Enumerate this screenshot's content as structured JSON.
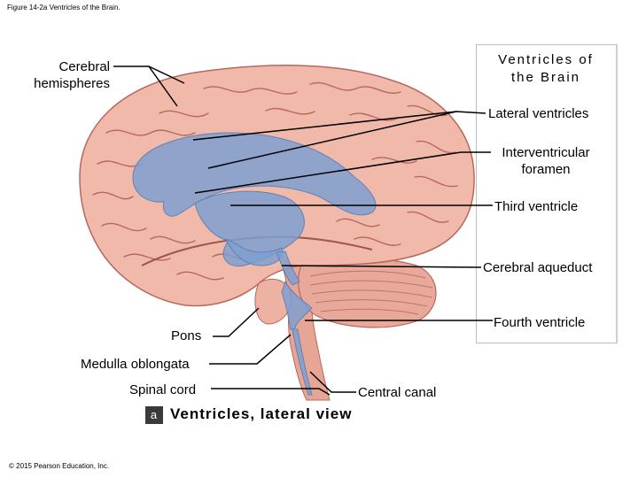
{
  "figure_caption": "Figure 14-2a Ventricles of the Brain.",
  "title": "Ventricles of the Brain",
  "view_letter": "a",
  "view_label": "Ventricles, lateral view",
  "copyright": "© 2015 Pearson Education, Inc.",
  "labels": {
    "cerebral_hemispheres": "Cerebral hemispheres",
    "lateral_ventricles": "Lateral ventricles",
    "interventricular_foramen": "Interventricular foramen",
    "third_ventricle": "Third ventricle",
    "cerebral_aqueduct": "Cerebral aqueduct",
    "fourth_ventricle": "Fourth ventricle",
    "pons": "Pons",
    "medulla_oblongata": "Medulla oblongata",
    "spinal_cord": "Spinal cord",
    "central_canal": "Central canal"
  },
  "colors": {
    "brain": "#f1b9aa",
    "brain_shade": "#dc8f82",
    "sulci": "#b8675c",
    "ventricles": "#7f9fd0",
    "cerebellum": "#e8a89a"
  }
}
